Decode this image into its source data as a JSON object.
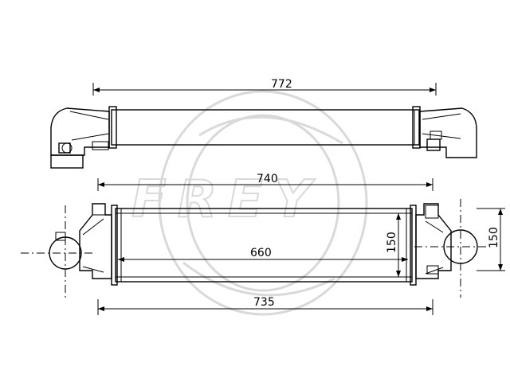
{
  "watermark": {
    "brand": "FREY"
  },
  "dimensions": {
    "top_overall_length": "772",
    "core_top_length": "740",
    "core_inner_length": "660",
    "core_height": "150",
    "tank_height": "150",
    "bottom_overall_length": "735"
  },
  "colors": {
    "line": "#000000",
    "watermark": "#d9d9d9"
  }
}
